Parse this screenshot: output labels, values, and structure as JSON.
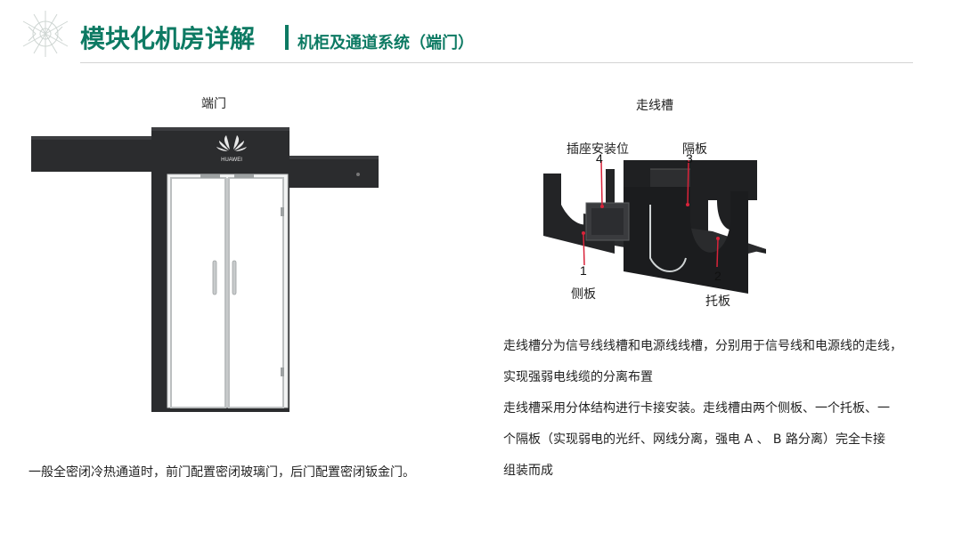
{
  "header": {
    "title": "模块化机房详解",
    "subtitle": "机柜及通道系统（端门）"
  },
  "left_figure": {
    "caption": "端门",
    "brand": "HUAWEI",
    "note": "一般全密闭冷热通道时，前门配置密闭玻璃门，后门配置密闭钣金门。"
  },
  "right_figure": {
    "caption": "走线槽",
    "callouts": [
      {
        "num": "4",
        "label": "插座安装位"
      },
      {
        "num": "3",
        "label": "隔板"
      },
      {
        "num": "1",
        "label": "侧板"
      },
      {
        "num": "2",
        "label": "托板"
      }
    ]
  },
  "description": {
    "paragraphs": [
      "走线槽分为信号线线槽和电源线线槽，分别用于信号线和电源线的走线，",
      "实现强弱电线缆的分离布置",
      "走线槽采用分体结构进行卡接安装。走线槽由两个侧板、一个托板、一",
      "个隔板（实现弱电的光纤、网线分离，强电 A 、 B 路分离）完全卡接",
      "组装而成"
    ]
  },
  "colors": {
    "accent": "#0d7a63",
    "door_frame": "#2b2c2e",
    "callout_line": "#d9233a"
  }
}
